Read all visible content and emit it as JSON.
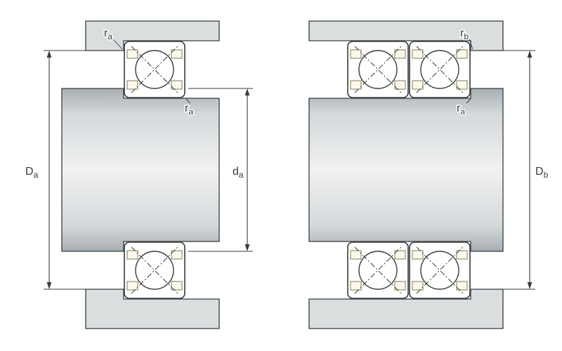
{
  "colors": {
    "bg": "#ffffff",
    "metalFill": "#dadedf",
    "metalEdge": "#363c40",
    "line": "#363c40",
    "shaftDark": "#a7aeb2",
    "shaftMid": "#d5d9db",
    "shaftLight": "#f0f1f2",
    "cage": "#9a9165",
    "ballFill": "#ffffff"
  },
  "left_figure": {
    "dim_housing": {
      "main": "D",
      "sub": "a"
    },
    "dim_shaft": {
      "main": "d",
      "sub": "a"
    },
    "fillet_housing": {
      "main": "r",
      "sub": "a"
    },
    "fillet_shaft": {
      "main": "r",
      "sub": "a"
    }
  },
  "right_figure": {
    "dim_housing": {
      "main": "D",
      "sub": "b"
    },
    "fillet_housing": {
      "main": "r",
      "sub": "b"
    },
    "fillet_shaft": {
      "main": "r",
      "sub": "a"
    }
  }
}
